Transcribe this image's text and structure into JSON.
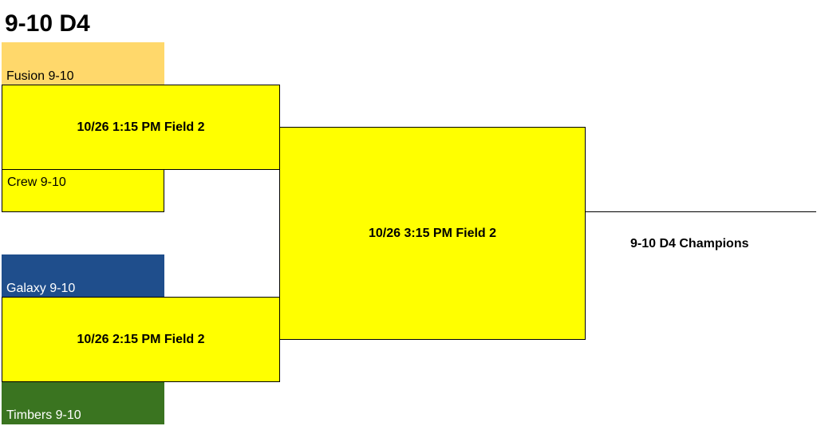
{
  "bracket": {
    "title": "9-10 D4",
    "teams": [
      {
        "name": "Fusion 9-10",
        "color": "#ffd86b",
        "text_color": "#000000"
      },
      {
        "name": "Crew 9-10",
        "color": "#ffff00",
        "text_color": "#000000"
      },
      {
        "name": "Galaxy 9-10",
        "color": "#1f4e8c",
        "text_color": "#ffffff"
      },
      {
        "name": "Timbers 9-10",
        "color": "#3a7420",
        "text_color": "#ffffff"
      }
    ],
    "games": [
      {
        "label": "10/26 1:15 PM Field 2",
        "color": "#ffff00"
      },
      {
        "label": "10/26 2:15 PM Field 2",
        "color": "#ffff00"
      },
      {
        "label": "10/26 3:15 PM Field 2",
        "color": "#ffff00"
      }
    ],
    "champion_label": "9-10 D4 Champions"
  }
}
